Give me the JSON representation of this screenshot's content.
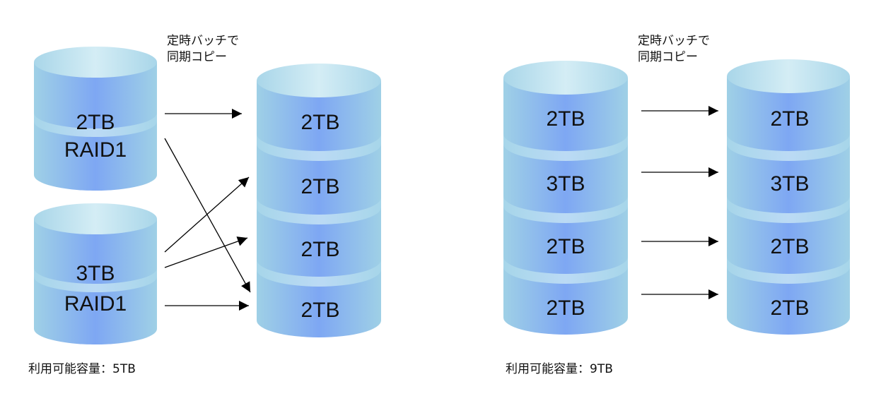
{
  "left": {
    "note_line1": "定時バッチで",
    "note_line2": "同期コピー",
    "source_disks": [
      {
        "line1": "2TB",
        "line2": "RAID1"
      },
      {
        "line1": "3TB",
        "line2": "RAID1"
      }
    ],
    "target_disks": [
      "2TB",
      "2TB",
      "2TB",
      "2TB"
    ],
    "capacity": "利用可能容量：5TB"
  },
  "right": {
    "note_line1": "定時バッチで",
    "note_line2": "同期コピー",
    "source_disks": [
      "2TB",
      "3TB",
      "2TB",
      "2TB"
    ],
    "target_disks": [
      "2TB",
      "3TB",
      "2TB",
      "2TB"
    ],
    "capacity": "利用可能容量：9TB"
  },
  "colors": {
    "disk_edge": "#5f9ee8",
    "disk_center": "#7fa8f4",
    "disk_light": "#c9e6f2",
    "arrow": "#000000"
  }
}
